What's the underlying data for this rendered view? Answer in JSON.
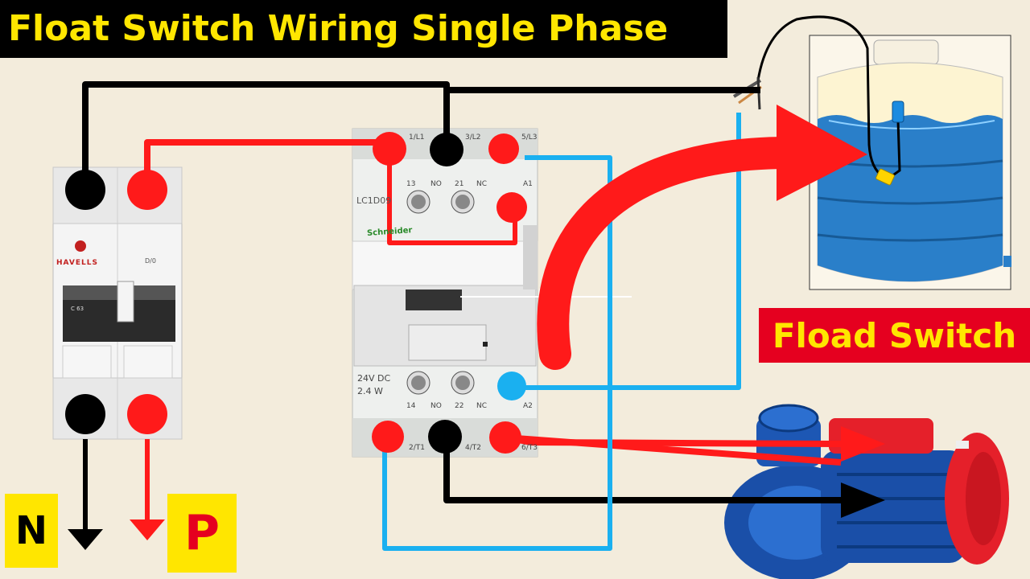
{
  "title": "Float Switch Wiring Single Phase",
  "labels": {
    "neutral": "N",
    "phase": "P",
    "float_switch": "Fload Switch"
  },
  "mcb": {
    "brand": "HAVELLS",
    "model": "D/0",
    "rating": "C 63"
  },
  "contactor": {
    "model": "LC1D09",
    "brand": "Schneider",
    "coil_voltage": "24V DC",
    "coil_power": "2.4 W",
    "top_terminal_labels": [
      "13",
      "NO",
      "21",
      "NC",
      "A1"
    ],
    "bottom_terminal_labels": [
      "14",
      "NO",
      "22",
      "NC",
      "A2"
    ],
    "top_poles": [
      "1/L1",
      "3/L2",
      "5/L3"
    ],
    "bottom_poles": [
      "2/T1",
      "4/T2",
      "6/T3"
    ]
  },
  "colors": {
    "banner_bg": "#000000",
    "banner_text": "#ffe600",
    "label_yellow": "#ffe600",
    "label_red": "#e5001f",
    "wire_black": "#000000",
    "wire_red": "#ff1a1a",
    "wire_blue": "#1ab0f0",
    "tank_blue": "#2a7fc9",
    "pump_blue": "#1a4fa8",
    "pump_red": "#e5202a",
    "background": "#f3ecdc"
  },
  "icons": {
    "neutral_arrow": "down-arrow-icon",
    "phase_arrow": "down-arrow-icon",
    "float_arrow": "curved-arrow-icon",
    "pump": "water-pump-icon",
    "tank": "water-tank-icon"
  }
}
